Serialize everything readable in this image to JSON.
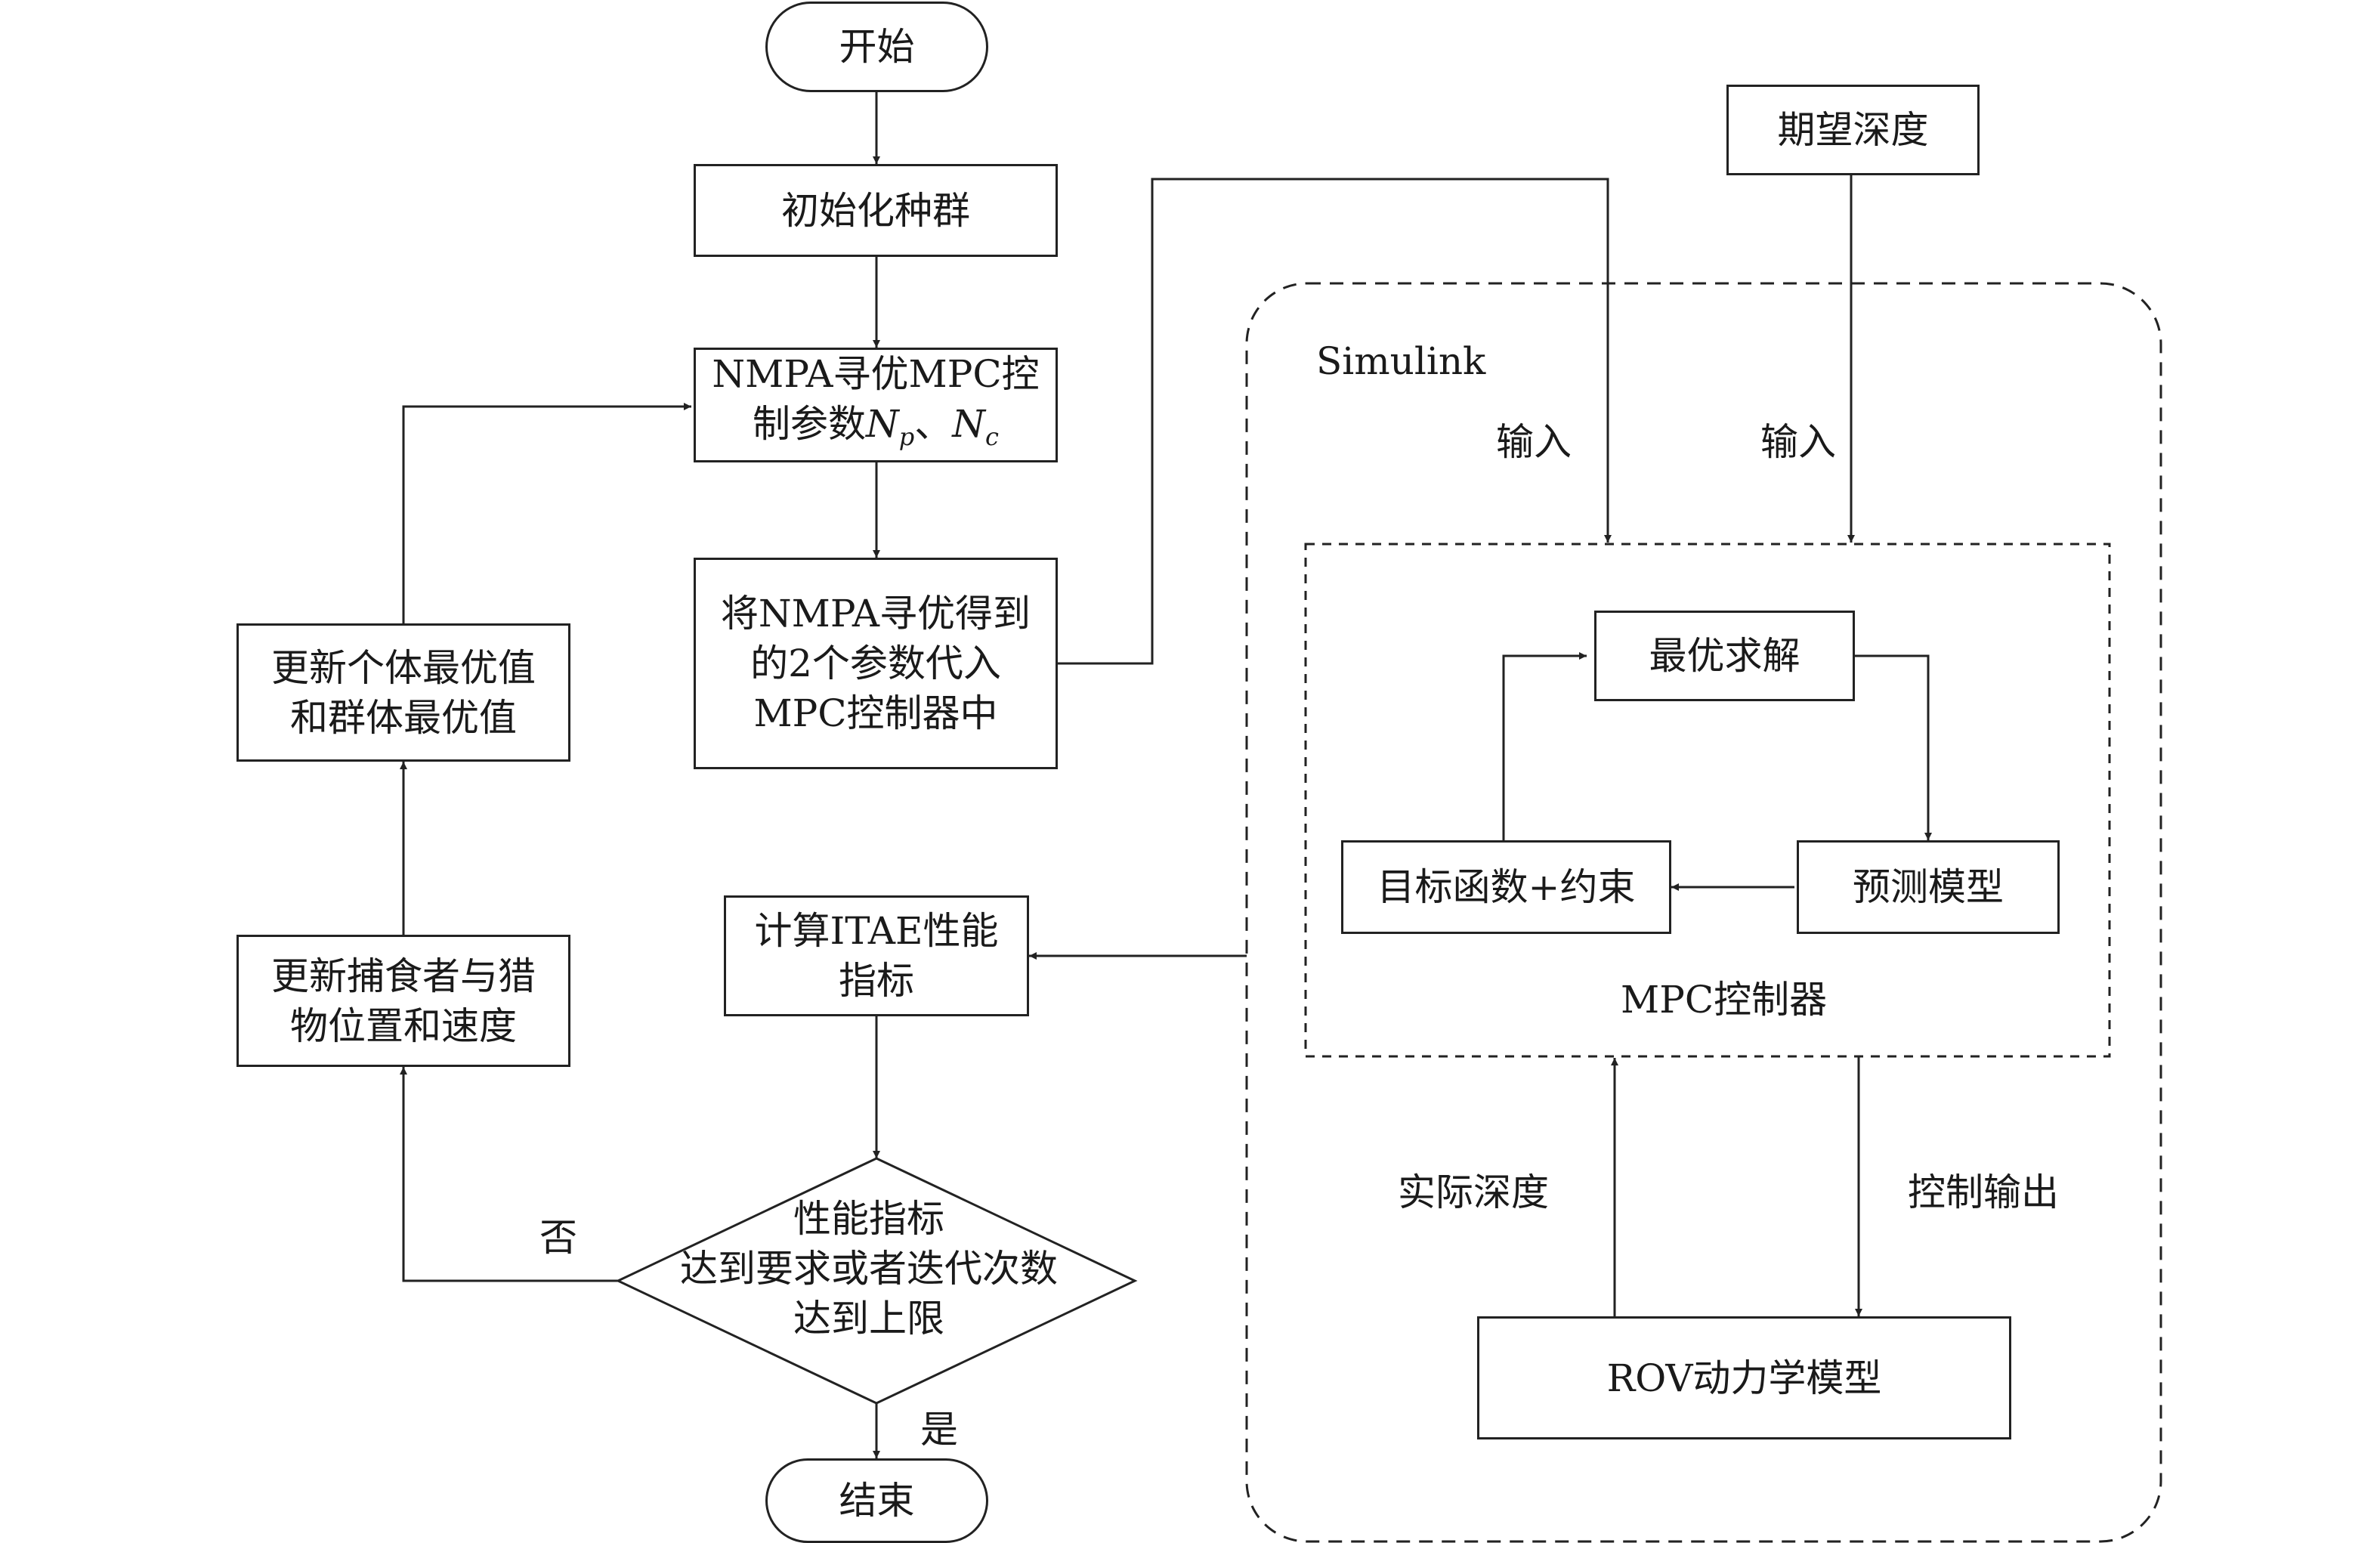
{
  "flow": {
    "start": "开始",
    "init": "初始化种群",
    "optimize_line1": "NMPA寻优MPC控",
    "optimize_line2_prefix": "制参数",
    "np_main": "N",
    "np_sub": "p",
    "separator": "、",
    "nc_main": "N",
    "nc_sub": "c",
    "apply_line1": "将NMPA寻优得到",
    "apply_line2": "的2个参数代入",
    "apply_line3": "MPC控制器中",
    "update_best_line1": "更新个体最优值",
    "update_best_line2": "和群体最优值",
    "update_pos_line1": "更新捕食者与猎",
    "update_pos_line2": "物位置和速度",
    "itae_line1": "计算ITAE性能",
    "itae_line2": "指标",
    "decision_line1": "性能指标",
    "decision_line2": "达到要求或者迭代次数",
    "decision_line3": "达到上限",
    "no": "否",
    "yes": "是",
    "end": "结束"
  },
  "simulink": {
    "title": "Simulink",
    "desired_depth": "期望深度",
    "input_left": "输入",
    "input_right": "输入",
    "mpc_label": "MPC控制器",
    "optimal_solve": "最优求解",
    "predict_model": "预测模型",
    "objective": "目标函数+约束",
    "actual_depth": "实际深度",
    "control_output": "控制输出",
    "rov_model": "ROV动力学模型"
  }
}
